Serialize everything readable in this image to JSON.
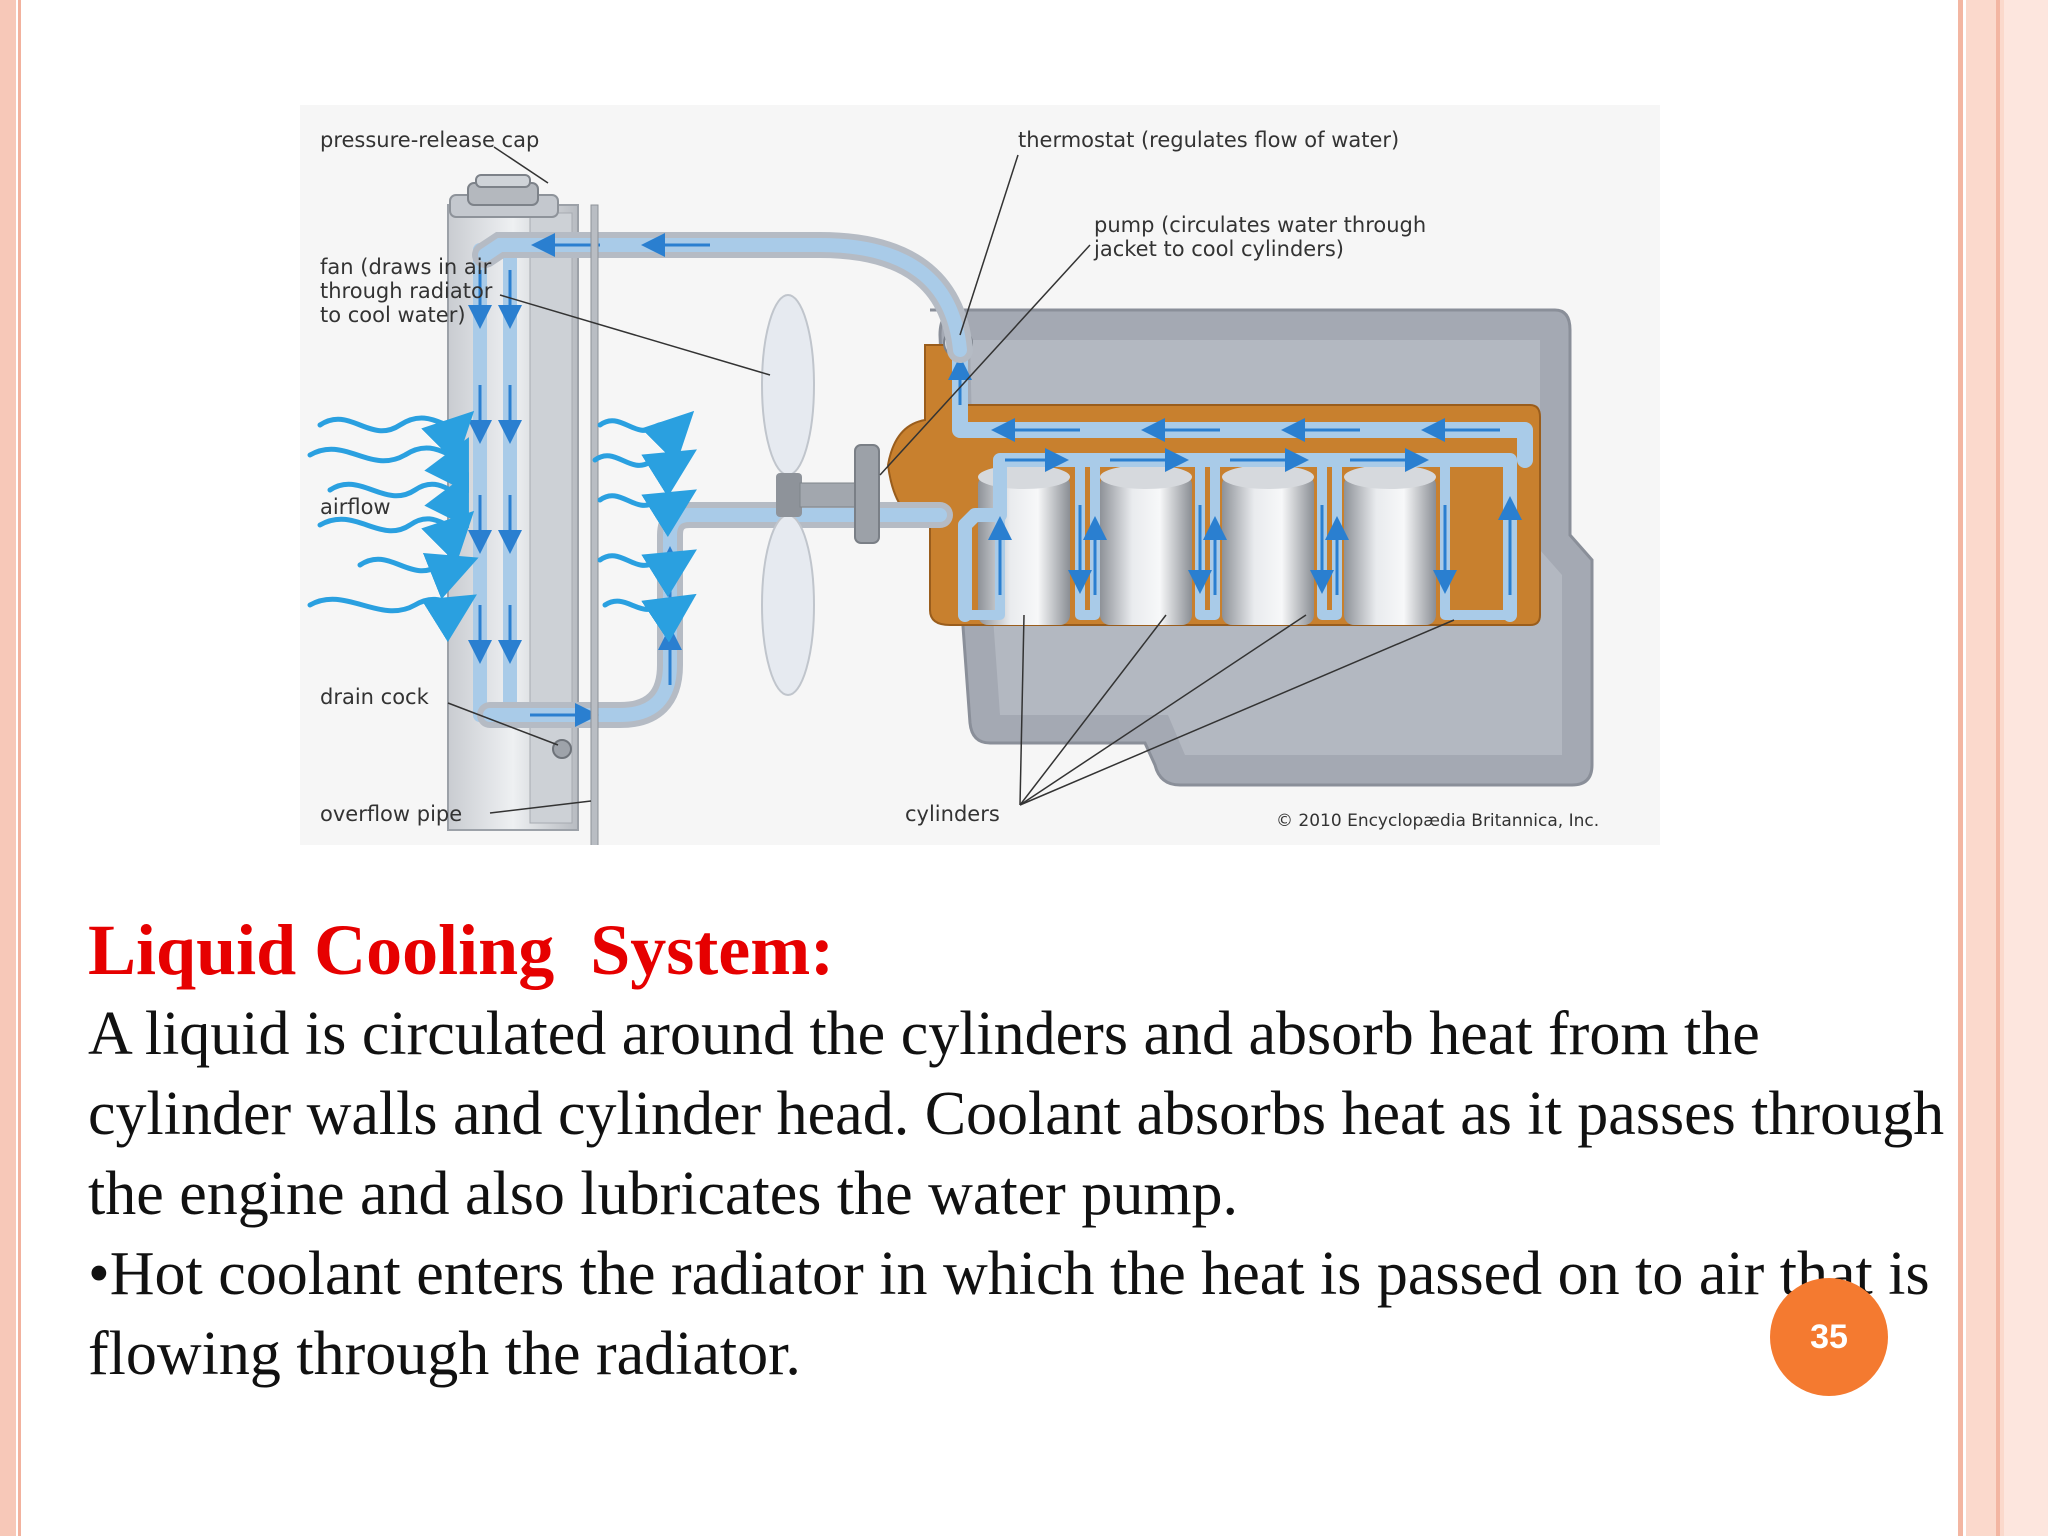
{
  "diagram": {
    "labels": {
      "pressure_release_cap": "pressure-release cap",
      "thermostat": "thermostat (regulates flow of water)",
      "pump": "pump (circulates water through\njacket to cool cylinders)",
      "fan": "fan (draws in air\nthrough radiator\nto cool water)",
      "airflow": "airflow",
      "drain_cock": "drain cock",
      "overflow_pipe": "overflow pipe",
      "cylinders": "cylinders",
      "copyright": "© 2010 Encyclopædia Britannica, Inc."
    },
    "colors": {
      "coolant": "#a9cbe8",
      "flow_arrow": "#2a7fd0",
      "water_jacket": "#c8802e",
      "engine_block": "#a4a9b3",
      "airflow": "#2aa0e0"
    }
  },
  "slide": {
    "heading": "Liquid Cooling  System:",
    "paragraphs": [
      "A liquid is circulated around the cylinders and absorb heat from the cylinder walls and cylinder head. Coolant absorbs heat as it passes through the engine and also lubricates the water pump.",
      "•Hot coolant enters the radiator in which the heat is passed on to air that is flowing through the radiator."
    ],
    "page_number": "35"
  }
}
